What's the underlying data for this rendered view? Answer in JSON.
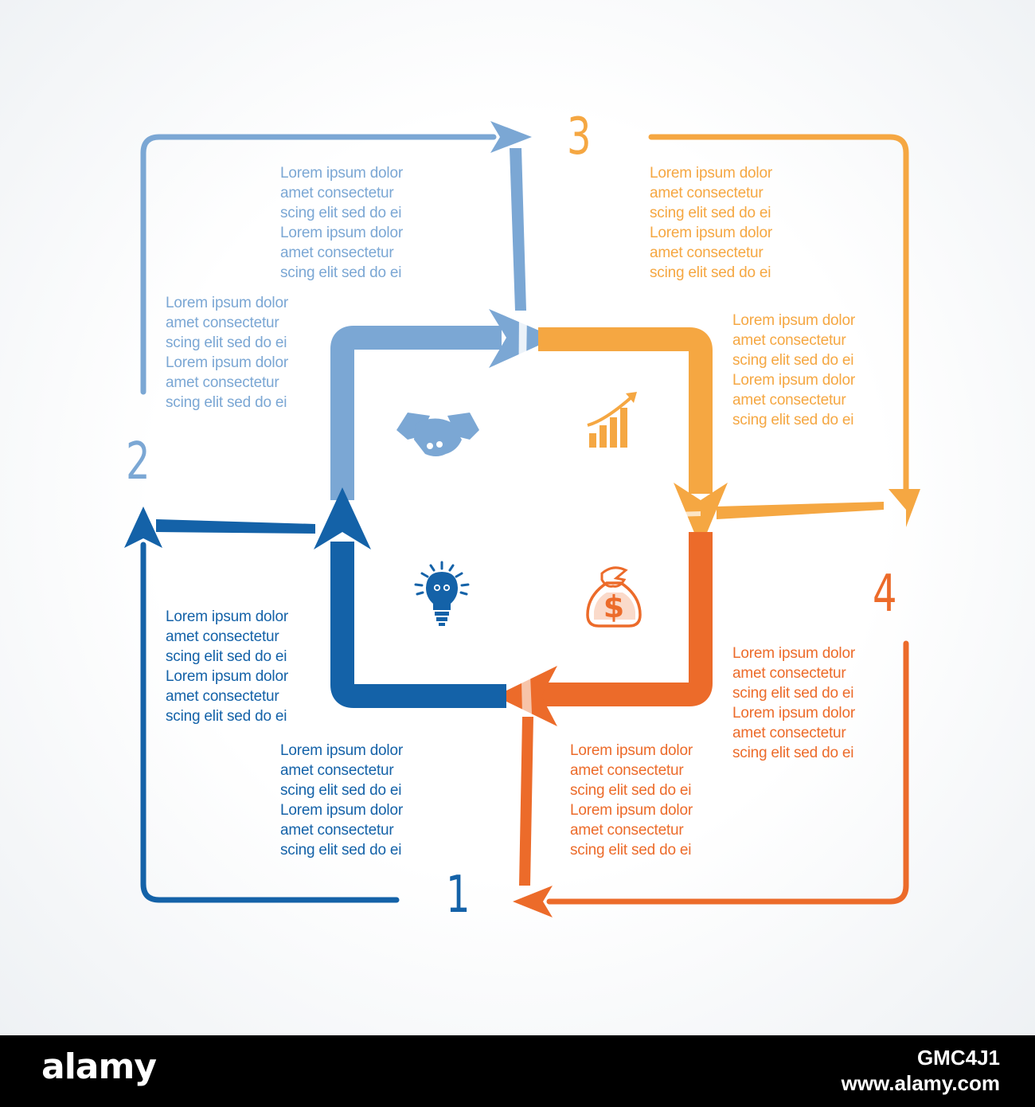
{
  "colors": {
    "step1": "#1462a8",
    "step2": "#7ba7d4",
    "step3": "#f5a742",
    "step4": "#ec6b2a"
  },
  "steps": [
    {
      "number": "1",
      "icon": "lightbulb-icon"
    },
    {
      "number": "2",
      "icon": "handshake-icon"
    },
    {
      "number": "3",
      "icon": "growth-chart-icon"
    },
    {
      "number": "4",
      "icon": "money-bag-icon"
    }
  ],
  "icon_glyph": {
    "dollar": "$"
  },
  "text_blocks": {
    "b1a": [
      "Lorem ipsum dolor",
      "amet  consectetur",
      "scing elit sed do ei",
      "Lorem ipsum dolor",
      "amet  consectetur",
      "scing elit sed do ei"
    ],
    "b1b": [
      "Lorem ipsum dolor",
      "amet  consectetur",
      "scing elit sed do ei",
      "Lorem ipsum dolor",
      "amet  consectetur",
      "scing elit sed do ei"
    ],
    "b2a": [
      "Lorem ipsum dolor",
      "amet  consectetur",
      "scing elit sed do ei",
      "Lorem ipsum dolor",
      "amet  consectetur",
      "scing elit sed do ei"
    ],
    "b2b": [
      "Lorem ipsum dolor",
      "amet  consectetur",
      "scing elit sed do ei",
      "Lorem ipsum dolor",
      "amet  consectetur",
      "scing elit sed do ei"
    ],
    "b3a": [
      "Lorem ipsum dolor",
      "amet  consectetur",
      "scing elit sed do ei",
      "Lorem ipsum dolor",
      "amet  consectetur",
      "scing elit sed do ei"
    ],
    "b3b": [
      "Lorem ipsum dolor",
      "amet  consectetur",
      "scing elit sed do ei",
      "Lorem ipsum dolor",
      "amet  consectetur",
      "scing elit sed do ei"
    ],
    "b4a": [
      "Lorem ipsum dolor",
      "amet  consectetur",
      "scing elit sed do ei",
      "Lorem ipsum dolor",
      "amet  consectetur",
      "scing elit sed do ei"
    ],
    "b4b": [
      "Lorem ipsum dolor",
      "amet  consectetur",
      "scing elit sed do ei",
      "Lorem ipsum dolor",
      "amet  consectetur",
      "scing elit sed do ei"
    ]
  },
  "footer": {
    "brand": "alamy",
    "image_id": "GMC4J1",
    "site": "www.alamy.com"
  }
}
